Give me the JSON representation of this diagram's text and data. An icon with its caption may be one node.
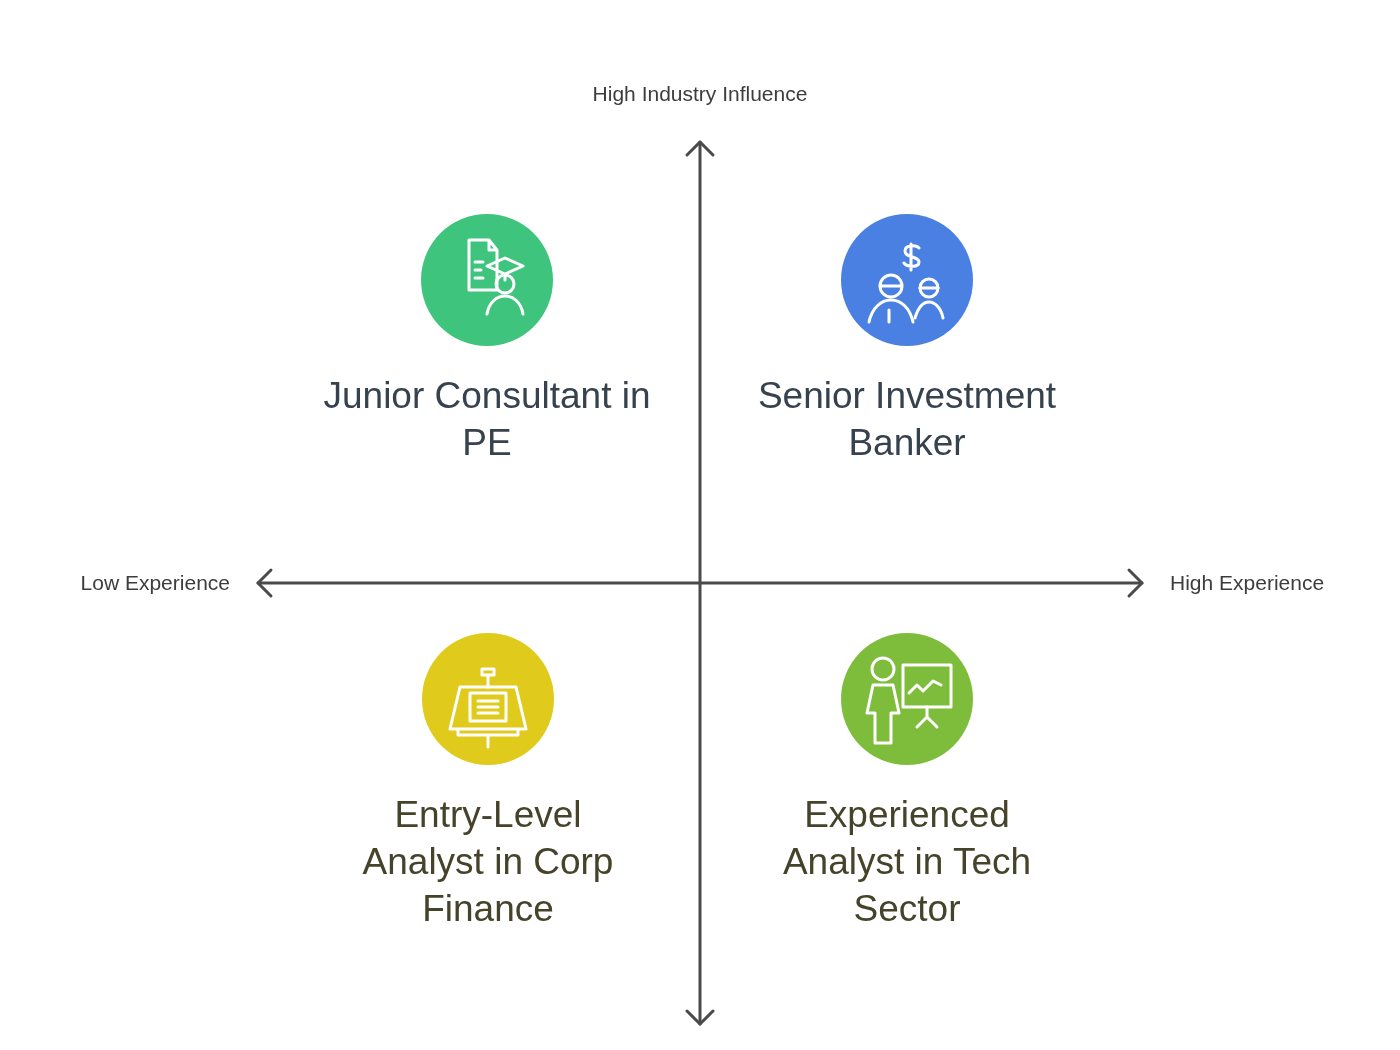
{
  "diagram": {
    "nodes": [
      {
        "text": [
          "Junior Consultant in PE"
        ]
      },
      {
        "text": [
          "Senior Investment Banker"
        ]
      },
      {
        "text": [
          "Entry-Level Analyst in Corp Finance"
        ]
      },
      {
        "text": [
          "Experienced Analyst in Tech Sector"
        ]
      }
    ],
    "labels": [
      "High Industry Influence",
      "Low Experience",
      "High Experience"
    ]
  }
}
